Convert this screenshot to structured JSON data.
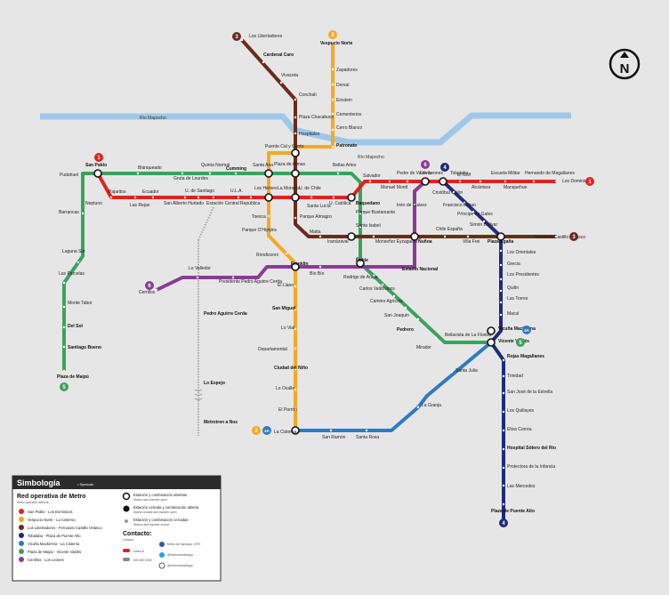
{
  "colors": {
    "background": "#e6e6e6",
    "river": "#9ec8ea",
    "line1": "#e2231a",
    "line2": "#f7a823",
    "line3": "#6b2b1a",
    "line4": "#1f2a7c",
    "line4a": "#2e7ac4",
    "line5": "#3aa35b",
    "line6": "#8b3a98",
    "legend_dark": "#2b2b2b"
  },
  "river": {
    "label_left": "Río Mapocho",
    "label_right": "Río Mapocho"
  },
  "north_arrow": {
    "letter": "N"
  },
  "badges": [
    {
      "num": "1",
      "color": "#e2231a"
    },
    {
      "num": "1",
      "color": "#e2231a"
    },
    {
      "num": "2",
      "color": "#f7a823"
    },
    {
      "num": "2",
      "color": "#f7a823"
    },
    {
      "num": "3",
      "color": "#6b2b1a"
    },
    {
      "num": "3",
      "color": "#6b2b1a"
    },
    {
      "num": "4",
      "color": "#1f2a7c"
    },
    {
      "num": "4",
      "color": "#1f2a7c"
    },
    {
      "num": "4A",
      "color": "#2e7ac4"
    },
    {
      "num": "4A",
      "color": "#2e7ac4"
    },
    {
      "num": "5",
      "color": "#3aa35b"
    },
    {
      "num": "5",
      "color": "#3aa35b"
    },
    {
      "num": "6",
      "color": "#8b3a98"
    },
    {
      "num": "6",
      "color": "#8b3a98"
    }
  ],
  "stations": [
    "Pudahuel",
    "San Pablo",
    "Neptuno",
    "Pajaritos",
    "Las Rejas",
    "Ecuador",
    "San Alberto Hurtado",
    "U. de Santiago",
    "Estación Central",
    "U.L.A.",
    "República",
    "Los Héroes",
    "La Moneda",
    "U. de Chile",
    "Santa Lucía",
    "U. Católica",
    "Baquedano",
    "Salvador",
    "Manuel Montt",
    "Pedro de Valdivia",
    "Los Leones",
    "Tobalaba",
    "El Golf",
    "Alcántara",
    "Escuela Militar",
    "Manquehue",
    "Hernando de Magallanes",
    "Los Dominicos",
    "Vespucio Norte",
    "Zapadores",
    "Dorsal",
    "Einstein",
    "Cementerios",
    "Cerro Blanco",
    "Patronato",
    "Puente Cal y Canto",
    "Toesca",
    "Parque O'Higgins",
    "Rondizzoni",
    "Franklin",
    "El Llano",
    "San Miguel",
    "Lo Vial",
    "Departamental",
    "Ciudad del Niño",
    "Lo Ovalle",
    "El Parrón",
    "La Cisterna",
    "Los Libertadores",
    "Cardenal Caro",
    "Vivaceta",
    "Conchalí",
    "Plaza Chacabuco",
    "Hospitales",
    "Plaza de Armas",
    "Parque Almagro",
    "Matta",
    "Irarrázaval",
    "Monseñor Eyzaguirre",
    "Ñuñoa",
    "Chile España",
    "Villa Frei",
    "Plaza Egaña",
    "Fernando Castillo Velasco",
    "Cristóbal Colón",
    "Francisco Bilbao",
    "Príncipe de Gales",
    "Simón Bolívar",
    "Los Orientales",
    "Grecia",
    "Los Presidentes",
    "Quilín",
    "Las Torres",
    "Macul",
    "Vicuña Mackenna",
    "Vicente Valdés",
    "Rojas Magallanes",
    "Trinidad",
    "San José de la Estrella",
    "Los Quillayes",
    "Elisa Correa",
    "Hospital Sótero del Río",
    "Protectora de la Infancia",
    "Las Mercedes",
    "Plaza de Puente Alto",
    "Bellavista de La Florida",
    "Santa Julia",
    "La Granja",
    "Santa Rosa",
    "San Ramón",
    "Plaza de Maipú",
    "Santiago Bueno",
    "Del Sol",
    "Monte Tabor",
    "Las Parcelas",
    "Laguna Sur",
    "Barrancas",
    "Blanqueado",
    "Gruta de Lourdes",
    "Quinta Normal",
    "Cumming",
    "Santa Ana",
    "Bellas Artes",
    "Parque Bustamante",
    "Santa Isabel",
    "Ñuble",
    "Rodrigo de Araya",
    "Carlos Valdovinos",
    "Camino Agrícola",
    "San Joaquín",
    "Pedrero",
    "Mirador",
    "Cerrillos",
    "Lo Valledor",
    "Presidente Pedro Aguirre Cerda",
    "Bío Bío",
    "Estadio Nacional",
    "Inés de Suárez",
    "Pedro Aguirre Cerda",
    "Lo Espejo",
    "Metrotren a Nos"
  ],
  "legend": {
    "title": "Simbología",
    "subtitle": "• Symbols",
    "network_heading": "Red operativa de Metro",
    "network_sub": "Metro operable network",
    "lines": [
      {
        "num": "1",
        "name": "San Pablo - Los Dominicos",
        "color": "#e2231a"
      },
      {
        "num": "2",
        "name": "Vespucio Norte - La Cisterna",
        "color": "#f7a823"
      },
      {
        "num": "3",
        "name": "Los Libertadores - Fernando Castillo Velasco",
        "color": "#6b2b1a"
      },
      {
        "num": "4",
        "name": "Tobalaba - Plaza de Puente Alto",
        "color": "#1f2a7c"
      },
      {
        "num": "4A",
        "name": "Vicuña Mackenna - La Cisterna",
        "color": "#2e7ac4"
      },
      {
        "num": "5",
        "name": "Plaza de Maipú - Vicente Valdés",
        "color": "#3aa35b"
      },
      {
        "num": "6",
        "name": "Cerrillos - Los Leones",
        "color": "#8b3a98"
      }
    ],
    "symbols": [
      {
        "text": "Estación y combinación abiertas",
        "sub": "Station and transfer open"
      },
      {
        "text": "Estación cerrada y combinación abierta",
        "sub": "Station closed and transfer open"
      },
      {
        "text": "Estación y combinación cerradas",
        "sub": "Station and transfer closed"
      }
    ],
    "contact_heading": "Contacto:",
    "contact_sub": "Contact:",
    "contact_1": "metro.cl",
    "contact_2": "600 600 9292",
    "social": [
      "Metro de Santiago • EFE",
      "@metrodesantiago",
      "@metrodesantiago"
    ]
  }
}
